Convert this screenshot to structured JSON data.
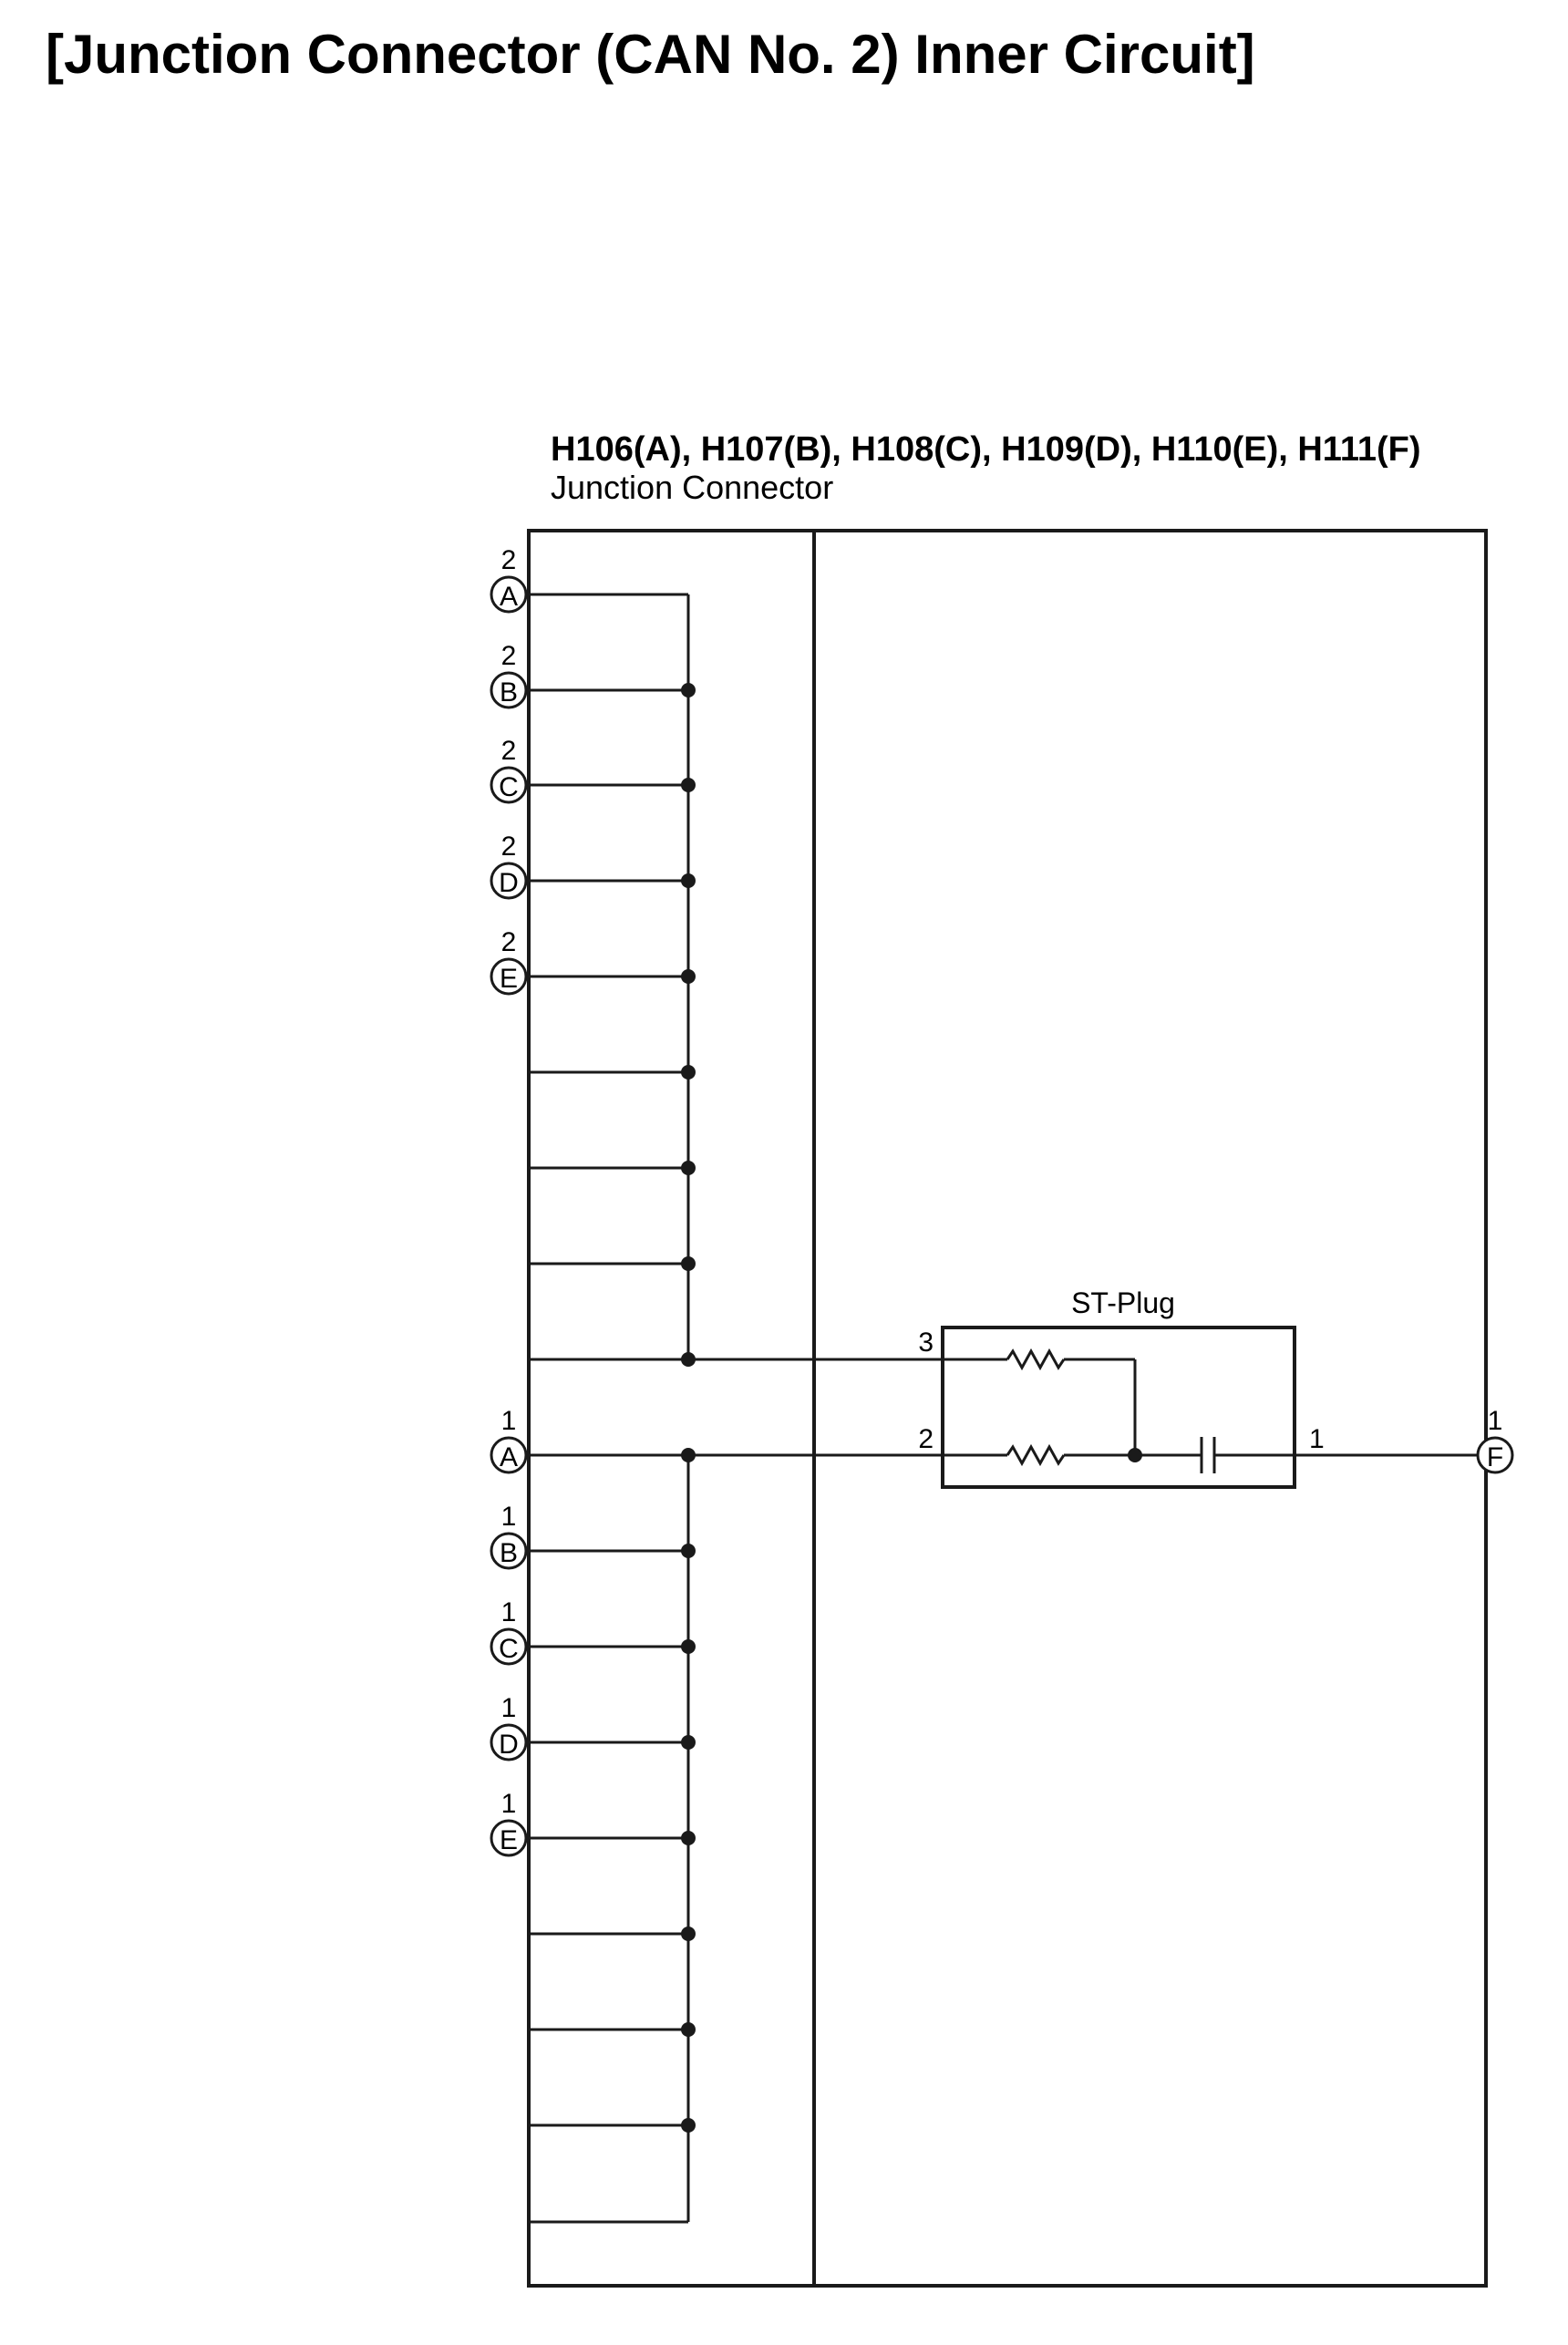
{
  "title": "[Junction Connector (CAN No. 2) Inner Circuit]",
  "component": {
    "name_line1": "H106(A), H107(B), H108(C), H109(D), H110(E), H111(F)",
    "name_line2": "Junction Connector"
  },
  "st_plug": {
    "label": "ST-Plug",
    "pins": [
      "3",
      "2",
      "1"
    ]
  },
  "connectors_top": [
    {
      "letter": "A",
      "pin": "2"
    },
    {
      "letter": "B",
      "pin": "2"
    },
    {
      "letter": "C",
      "pin": "2"
    },
    {
      "letter": "D",
      "pin": "2"
    },
    {
      "letter": "E",
      "pin": "2"
    }
  ],
  "connectors_bottom": [
    {
      "letter": "A",
      "pin": "1"
    },
    {
      "letter": "B",
      "pin": "1"
    },
    {
      "letter": "C",
      "pin": "1"
    },
    {
      "letter": "D",
      "pin": "1"
    },
    {
      "letter": "E",
      "pin": "1"
    }
  ],
  "connector_right": {
    "letter": "F",
    "pin": "1"
  },
  "colors": {
    "line": "#1a1a1a",
    "background": "#ffffff"
  }
}
